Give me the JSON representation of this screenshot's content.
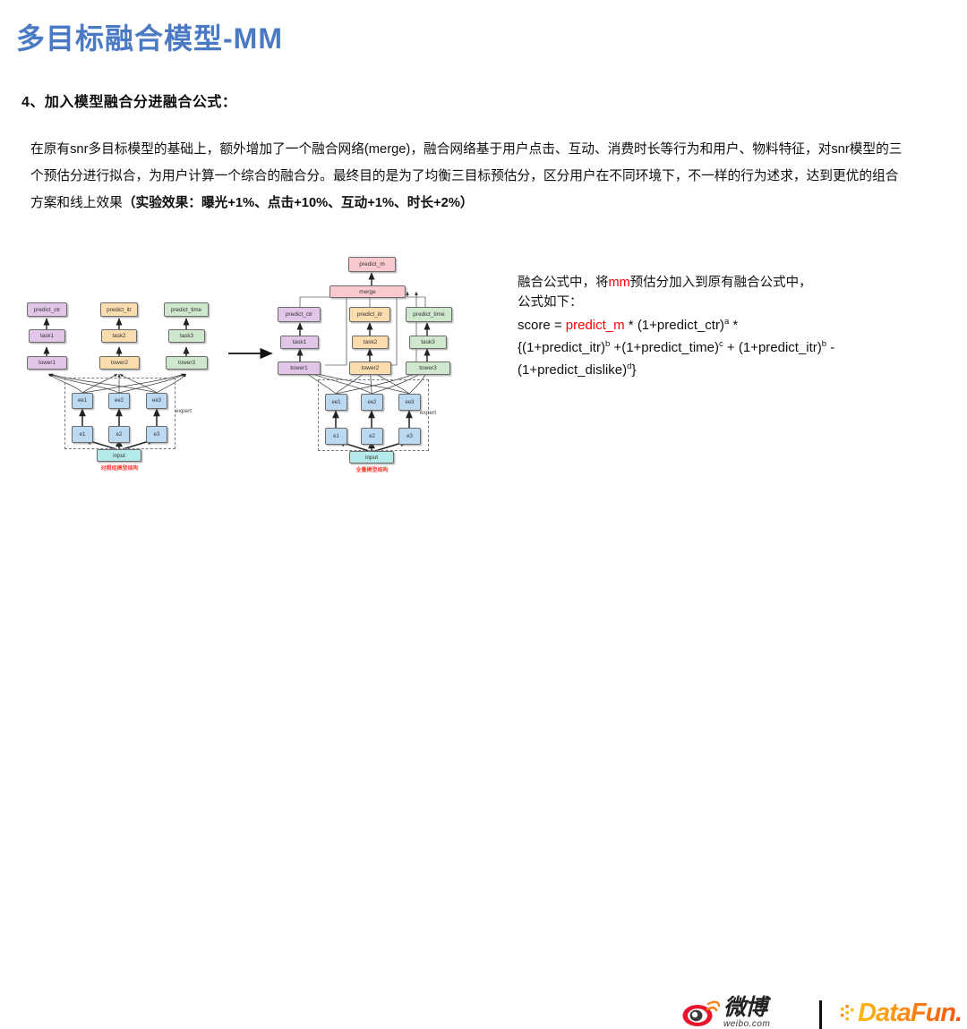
{
  "slide": {
    "title": "多目标融合模型-MM",
    "section_heading": "4、加入模型融合分进融合公式：",
    "paragraph_part1": "在原有snr多目标模型的基础上，额外增加了一个融合网络(merge)，融合网络基于用户点击、互动、消费时长等行为和用户、物料特征，对snr模型的三个预估分进行拟合，为用户计算一个综合的融合分。最终目的是为了均衡三目标预估分，区分用户在不同环境下，不一样的行为述求，达到更优的组合方案和线上效果",
    "paragraph_bold": "（实验效果：曝光+1%、点击+10%、互动+1%、时长+2%）"
  },
  "formula": {
    "line1_a": "融合公式中，将",
    "line1_red": "mm",
    "line1_b": "预估分加入到原有融合公式中，",
    "line2": "公式如下：",
    "line3_pre": "score = ",
    "line3_red": "predict_m",
    "line3_post": " * (1+predict_ctr)",
    "line3_sup": "a",
    "line3_tail": " *",
    "line4_a": "{(1+predict_itr)",
    "line4_sup1": "b",
    "line4_b": " +(1+predict_time)",
    "line4_sup2": "c",
    "line4_c": " + (1+predict_itr)",
    "line4_sup3": "b",
    "line4_d": " -",
    "line5_a": "(1+predict_dislike)",
    "line5_sup": "d",
    "line5_b": "}"
  },
  "diagram_left": {
    "caption": "对照组模型结构",
    "expert_label": "expert",
    "nodes": {
      "predict_ctr": "predict_ctr",
      "predict_itr": "predict_itr",
      "predict_time": "predict_time",
      "task1": "task1",
      "task2": "task2",
      "task3": "task3",
      "tower1": "tower1",
      "tower2": "tower2",
      "tower3": "tower3",
      "ee1": "ee1",
      "ee2": "ee2",
      "ee3": "ee3",
      "e1": "e1",
      "e2": "e2",
      "e3": "e3",
      "input": "input"
    }
  },
  "diagram_right": {
    "caption": "全量模型结构",
    "expert_label": "expert",
    "nodes": {
      "predict_m": "predict_m",
      "merge": "merge",
      "predict_ctr": "predict_ctr",
      "predict_itr": "predict_itr",
      "predict_time": "predict_time",
      "task1": "task1",
      "task2": "task2",
      "task3": "task3",
      "tower1": "tower1",
      "tower2": "tower2",
      "tower3": "tower3",
      "ee1": "ee1",
      "ee2": "ee2",
      "ee3": "ee3",
      "e1": "e1",
      "e2": "e2",
      "e3": "e3",
      "input": "input"
    }
  },
  "footer": {
    "weibo_cn": "微博",
    "weibo_url": "weibo.com",
    "datafun": "DataFun."
  },
  "colors": {
    "title_blue": "#4a7ac4",
    "accent_red": "#ff0000",
    "caption_red": "#ff3b30",
    "node_purple": "#e2c6e8",
    "node_orange": "#fbdcae",
    "node_green": "#cfe7cd",
    "node_blue": "#bcd9f2",
    "node_cyan": "#b4eaea",
    "node_pink": "#fac9ce",
    "weibo_red": "#e6162d",
    "datafun_orange": "#fa8c16"
  }
}
